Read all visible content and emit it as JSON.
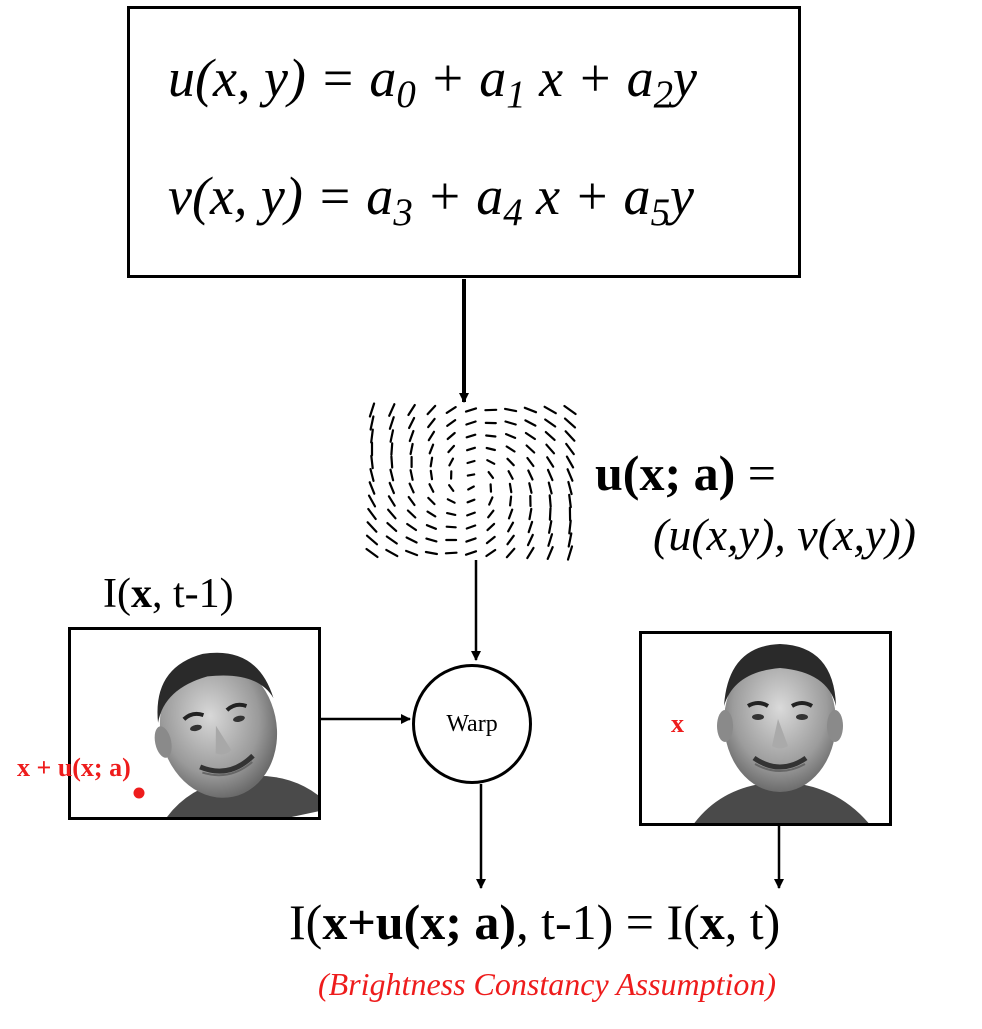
{
  "affine_box": {
    "u_eq": {
      "lhs": "u(x, y) = a",
      "s0": "0",
      "p1": "+ a",
      "s1": "1",
      "p2": "x + a",
      "s2": "2",
      "end": "y"
    },
    "v_eq": {
      "lhs": "v(x, y) = a",
      "s0": "3",
      "p1": "+ a",
      "s1": "4",
      "p2": "x + a",
      "s2": "5",
      "end": "y"
    }
  },
  "flow": {
    "label_bold": "u(x; a)",
    "label_eq": " =",
    "label_line2": "(u(x,y), v(x,y))"
  },
  "prev_frame": {
    "title_pre": "I(",
    "title_bold": "x",
    "title_post": ", t-1)",
    "point_label": "x + u(x; a)",
    "point_color": "#ee1c1c"
  },
  "warp": {
    "label": "Warp"
  },
  "curr_frame": {
    "point_label": "x",
    "point_color": "#ee1c1c"
  },
  "equation": {
    "p1": "I(",
    "b1": "x+u(x; a)",
    "p2": ", t-1) =  I(",
    "b2": "x",
    "p3": ", t)"
  },
  "note": "(Brightness Constancy Assumption)"
}
